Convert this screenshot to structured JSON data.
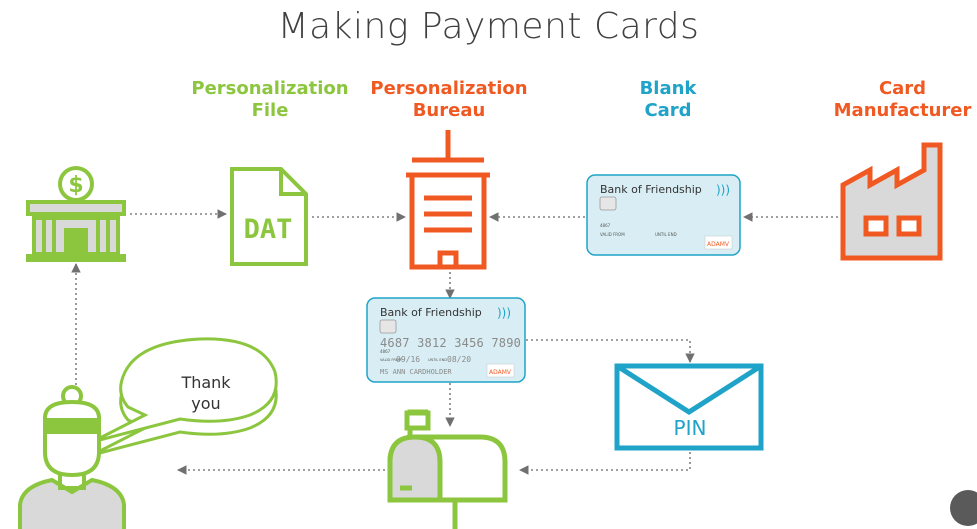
{
  "title": "Making Payment Cards",
  "labels": {
    "personalization_file": [
      "Personalization",
      "File"
    ],
    "personalization_bureau": [
      "Personalization",
      "Bureau"
    ],
    "blank_card": [
      "Blank",
      "Card"
    ],
    "card_manufacturer": [
      "Card",
      "Manufacturer"
    ]
  },
  "file_icon_text": "DAT",
  "blank_card": {
    "bank_name": "Bank of Friendship",
    "small_a": "4867",
    "valid_from": "VALID FROM",
    "valid_thru": "UNTIL END",
    "brand": "ADAMV"
  },
  "personalized_card": {
    "bank_name": "Bank of Friendship",
    "number": "4687 3812 3456 7890",
    "small_a": "4867",
    "valid_from_label": "VALID FROM",
    "valid_from": "09/16",
    "valid_thru_label": "UNTIL END",
    "valid_thru": "08/20",
    "holder": "MS ANN CARDHOLDER",
    "brand": "ADAMV"
  },
  "envelope_text": "PIN",
  "bubble_text": [
    "Thank",
    "you"
  ],
  "colors": {
    "green": "#8cc63f",
    "orange": "#f05a22",
    "teal": "#1fa3c8",
    "card_fill": "#d8eef4",
    "gray_fill": "#d9d9d9",
    "dotted": "#808080"
  }
}
